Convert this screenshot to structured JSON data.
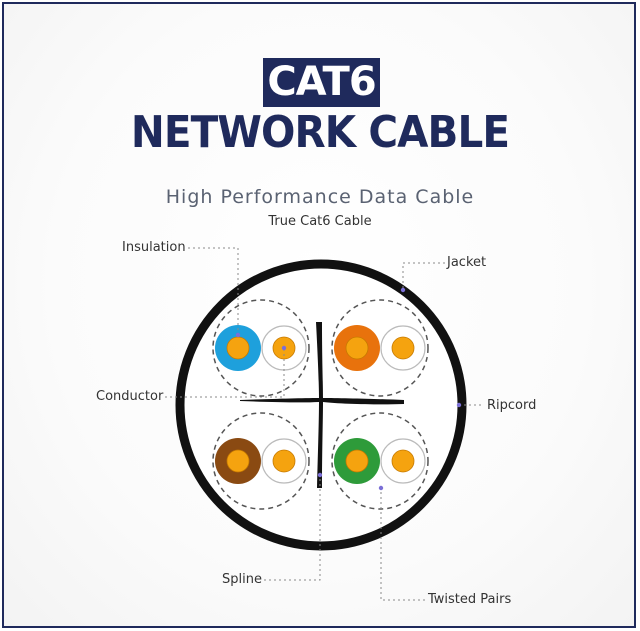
{
  "title": {
    "badge": "CAT6",
    "main": "NETWORK CABLE"
  },
  "subtitle": "High Performance Data Cable",
  "subsubtitle": "True Cat6 Cable",
  "labels": {
    "insulation": "Insulation",
    "jacket": "Jacket",
    "conductor": "Conductor",
    "ripcord": "Ripcord",
    "spline": "Spline",
    "twisted_pairs": "Twisted Pairs"
  },
  "colors": {
    "navy": "#1f2a5c",
    "blue_pair": "#1ea0dc",
    "orange_pair": "#e8720c",
    "brown_pair": "#8a4a12",
    "green_pair": "#2e9b3a",
    "conductor_core": "#f5a30f",
    "leader_dot": "#7b6fd6"
  }
}
